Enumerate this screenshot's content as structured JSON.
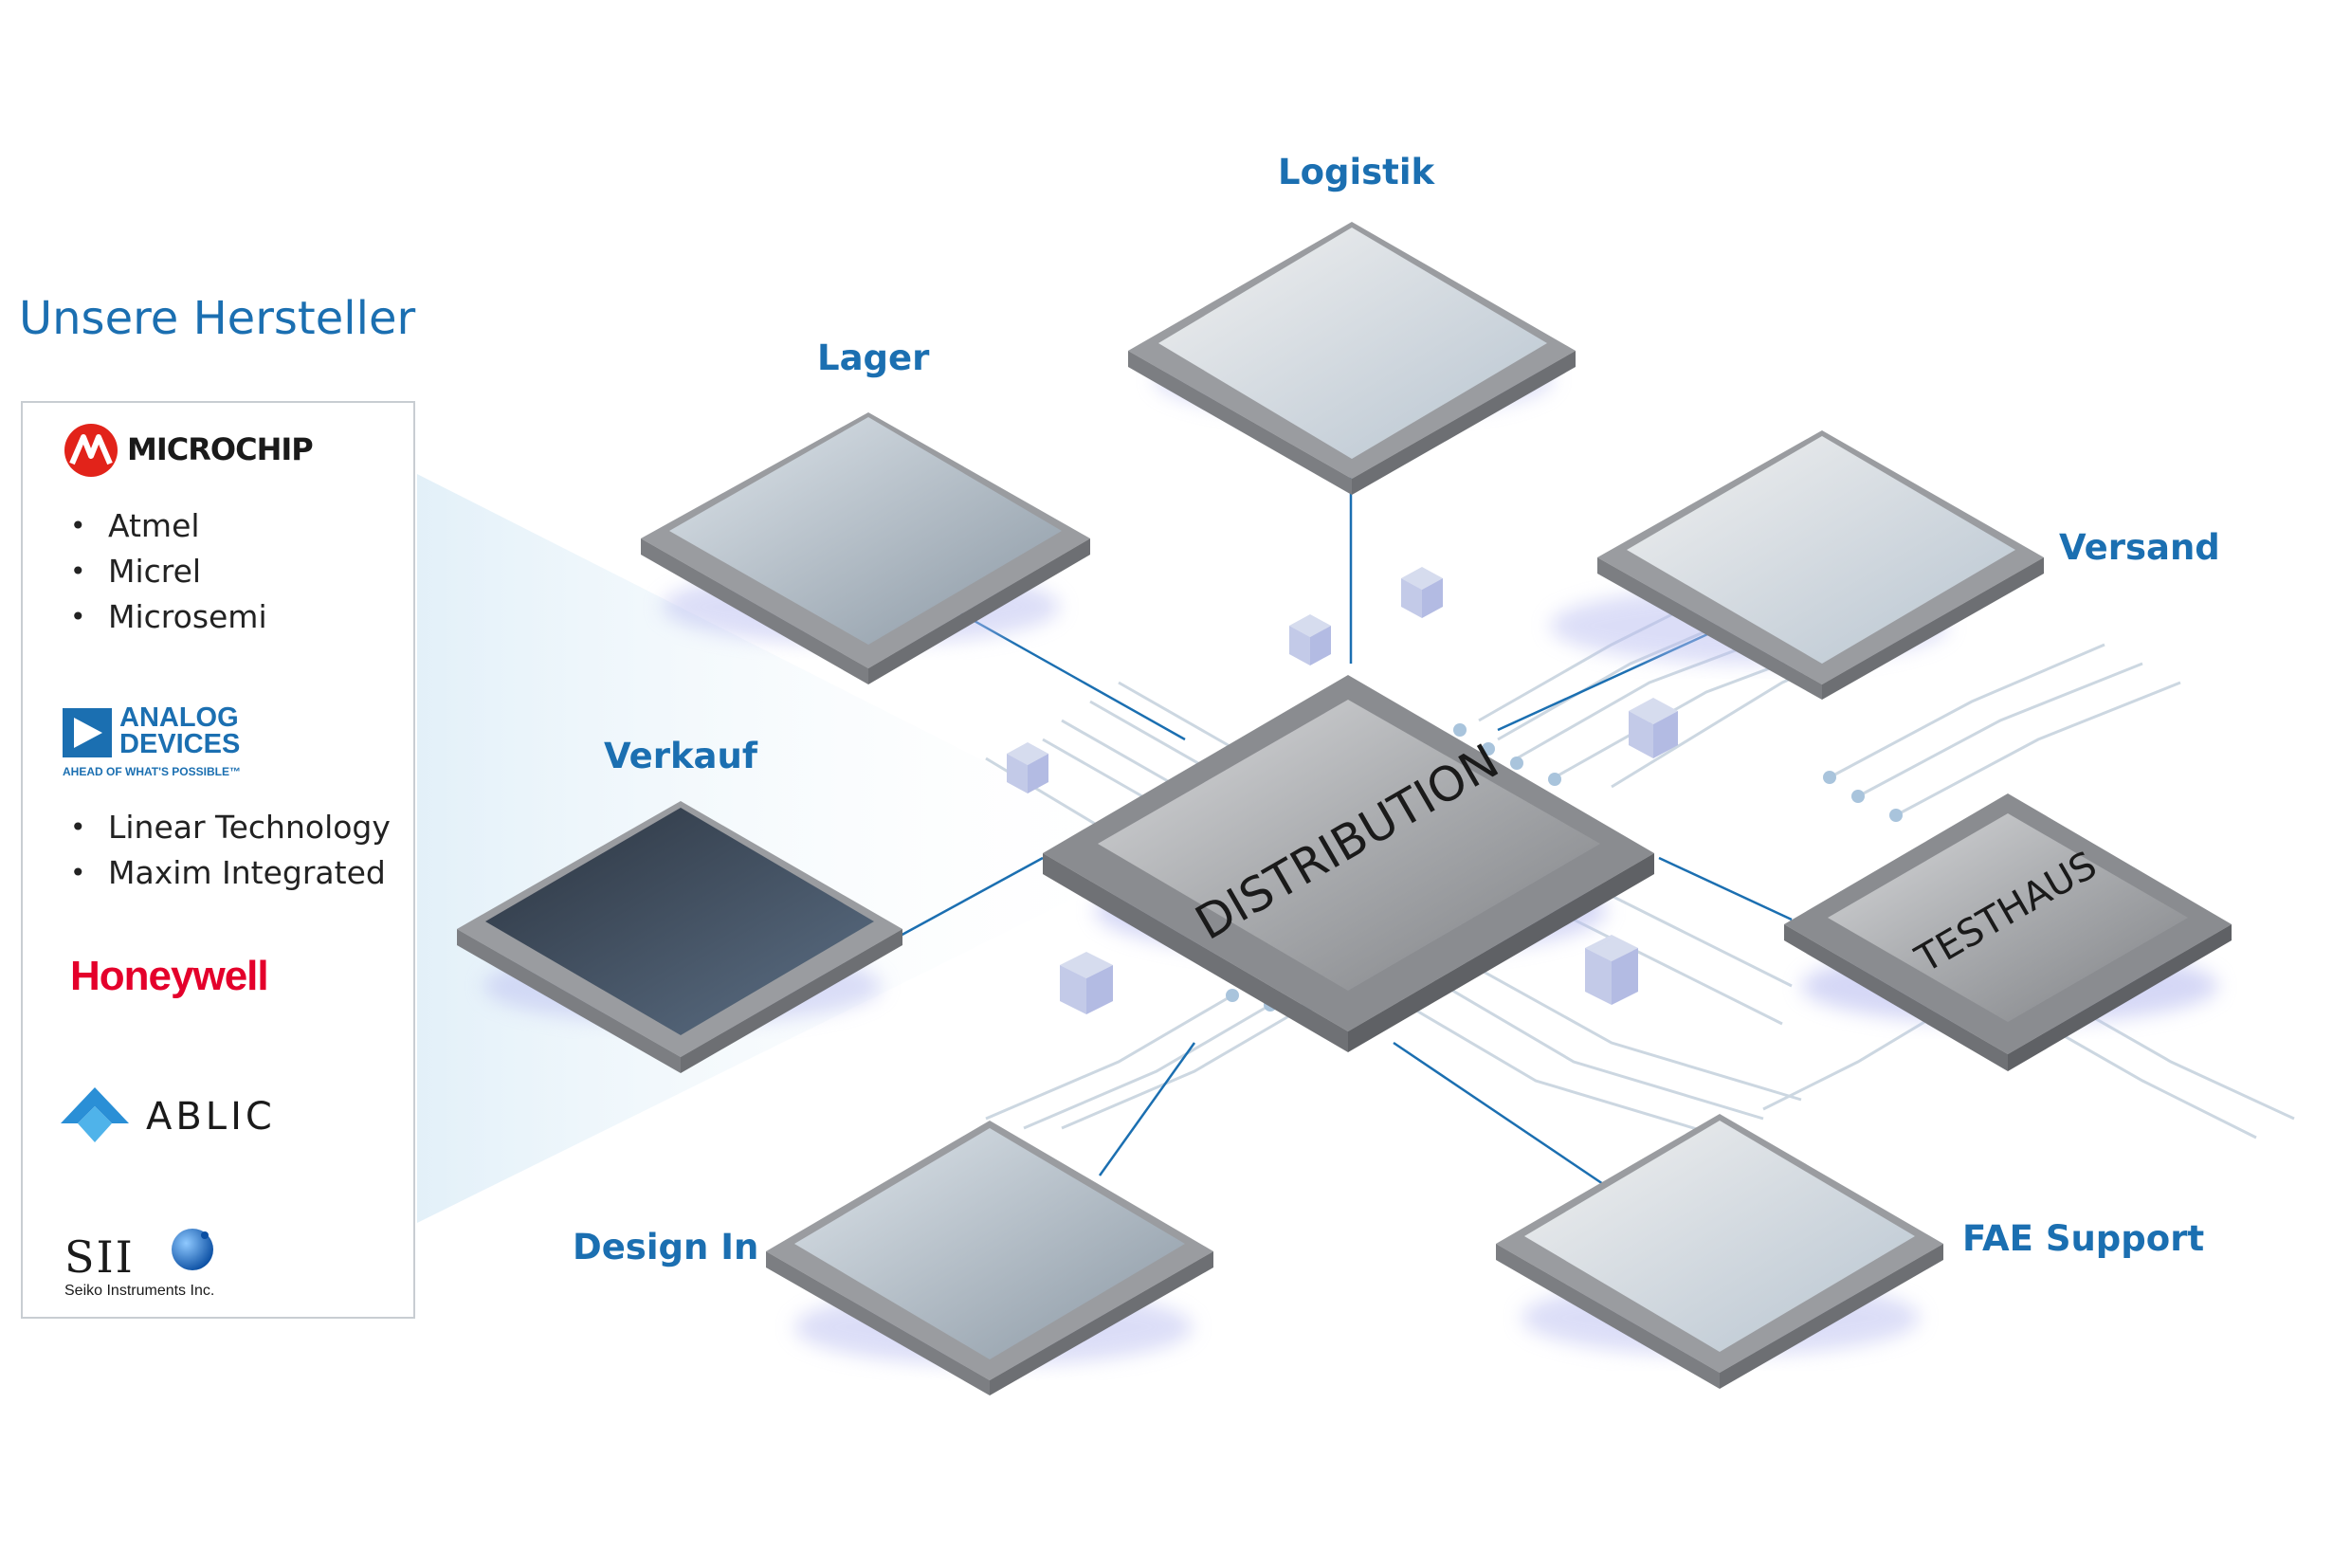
{
  "heading": "Unsere Hersteller",
  "manufacturers": [
    {
      "name": "MICROCHIP",
      "subs": [
        "Atmel",
        "Micrel",
        "Microsemi"
      ]
    },
    {
      "name": "ANALOG DEVICES",
      "line1": "ANALOG",
      "line2": "DEVICES",
      "tagline": "AHEAD OF WHAT'S POSSIBLE™",
      "subs": [
        "Linear Technology",
        "Maxim Integrated"
      ]
    },
    {
      "name": "Honeywell"
    },
    {
      "name": "ABLIC"
    },
    {
      "name": "SII",
      "tagline": "Seiko Instruments Inc."
    }
  ],
  "hub": {
    "center": "DISTRIBUTION",
    "secondary": "TESTHAUS"
  },
  "nodes": {
    "logistik": "Logistik",
    "lager": "Lager",
    "versand": "Versand",
    "verkauf": "Verkauf",
    "design_in": "Design In",
    "fae_support": "FAE Support"
  },
  "colors": {
    "accent": "#1b6fb1",
    "brand_microchip": "#e2231a",
    "brand_honeywell": "#e4002b",
    "brand_adi": "#1b6fb1",
    "chip_gray": "#9ea1a5"
  }
}
